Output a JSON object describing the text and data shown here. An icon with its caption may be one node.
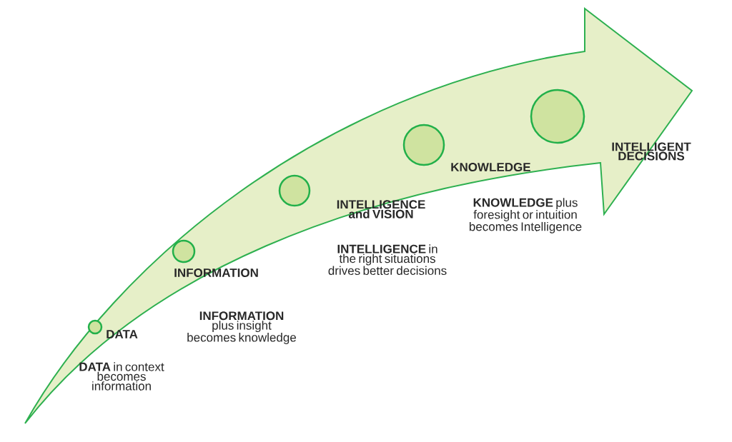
{
  "diagram": {
    "nodes": [
      {
        "text": [],
        "shape": "circle",
        "beside": [
          "DATA",
          "**DATA** in context becomes information"
        ]
      },
      {
        "text": [],
        "shape": "circle",
        "beside": [
          "INFORMATION",
          "**INFORMATION** plus insight becomes knowledge"
        ]
      },
      {
        "text": [],
        "shape": "circle",
        "beside": [
          "INTELLIGENCE and VISION",
          "**INTELLIGENCE** in the right situations drives better decisions"
        ]
      },
      {
        "text": [],
        "shape": "circle",
        "beside": [
          "KNOWLEDGE",
          "**KNOWLEDGE** plus foresight or intuition becomes Intelligence"
        ]
      },
      {
        "text": [],
        "shape": "circle",
        "beside": [
          "INTELLIGENT DECISIONS"
        ]
      }
    ]
  }
}
